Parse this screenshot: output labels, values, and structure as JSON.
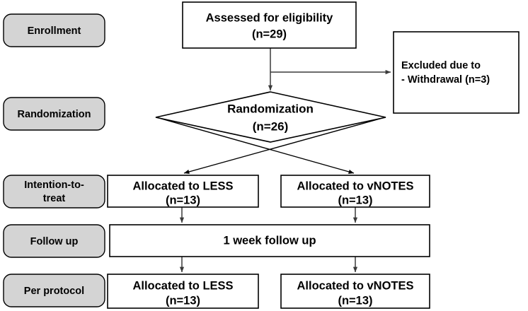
{
  "diagram": {
    "title": "CONSORT participant flow diagram",
    "type": "flowchart",
    "colors": {
      "stage_label_fill": "#d4d4d4",
      "node_fill": "#ffffff",
      "stroke": "#000000",
      "connector": "#3a3a3a",
      "background": "#ffffff"
    },
    "stage_labels": [
      {
        "id": "enrollment",
        "label": "Enrollment"
      },
      {
        "id": "randomization",
        "label": "Randomization"
      },
      {
        "id": "intention-to-treat",
        "label_line1": "Intention-to-",
        "label_line2": "treat"
      },
      {
        "id": "follow-up",
        "label": "Follow  up"
      },
      {
        "id": "per-protocol",
        "label": "Per protocol"
      }
    ],
    "nodes": {
      "assessed": {
        "line1": "Assessed for eligibility",
        "line2": "(n=29)",
        "n": 29
      },
      "excluded": {
        "line1": "Excluded due to",
        "line2": "-  Withdrawal  (n=3)",
        "n": 3
      },
      "randomization_diamond": {
        "line1": "Randomization",
        "line2": "(n=26)",
        "n": 26
      },
      "itt_less": {
        "line1": "Allocated to LESS",
        "line2": "(n=13)",
        "n": 13
      },
      "itt_vnotes": {
        "line1": "Allocated to vNOTES",
        "line2": "(n=13)",
        "n": 13
      },
      "followup": {
        "line1": "1 week follow up"
      },
      "pp_less": {
        "line1": "Allocated to LESS",
        "line2": "(n=13)",
        "n": 13
      },
      "pp_vnotes": {
        "line1": "Allocated to vNOTES",
        "line2": "(n=13)",
        "n": 13
      }
    }
  }
}
